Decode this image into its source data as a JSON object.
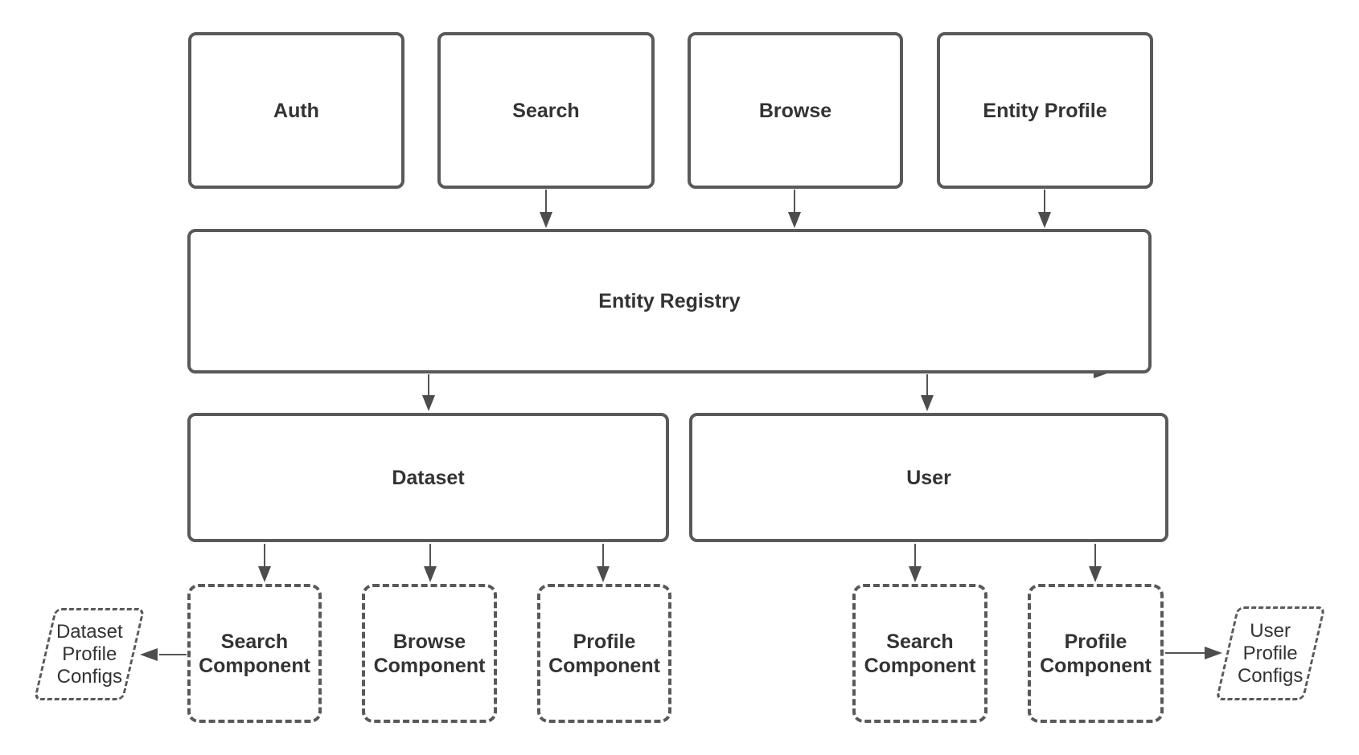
{
  "diagram": {
    "colors": {
      "background": "#ffffff",
      "shape_border": "#595959",
      "connector": "#545454",
      "arrowhead": "#4d4d4d",
      "label_text": "#333333"
    },
    "top_row": [
      {
        "label": "Auth"
      },
      {
        "label": "Search"
      },
      {
        "label": "Browse"
      },
      {
        "label": "Entity Profile"
      }
    ],
    "registry": {
      "label": "Entity Registry"
    },
    "entities": [
      {
        "label": "Dataset"
      },
      {
        "label": "User"
      }
    ],
    "dataset_components": [
      {
        "label": "Search Component"
      },
      {
        "label": "Browse Component"
      },
      {
        "label": "Profile Component"
      }
    ],
    "user_components": [
      {
        "label": "Search Component"
      },
      {
        "label": "Profile Component"
      }
    ],
    "configs": [
      {
        "label": "Dataset\nProfile\nConfigs"
      },
      {
        "label": "User\nProfile\nConfigs"
      }
    ]
  }
}
